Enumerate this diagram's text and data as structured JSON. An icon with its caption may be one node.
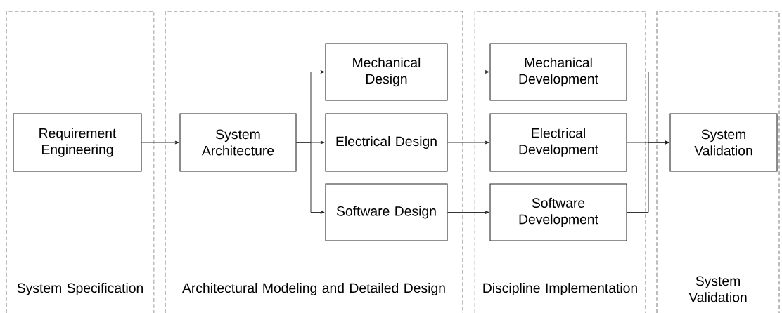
{
  "diagram": {
    "nodes": [
      {
        "text": [
          "System Specification"
        ]
      },
      {
        "text": [
          "Requirement Engineering"
        ],
        "in": 0
      },
      {
        "text": [
          "Architectural Modeling and Detailed Design"
        ]
      },
      {
        "text": [
          "System Architecture"
        ],
        "in": 2
      },
      {
        "text": [
          "Mechanical Design"
        ],
        "in": 2
      },
      {
        "text": [
          "Electrical Design"
        ],
        "in": 2
      },
      {
        "text": [
          "Software Design"
        ],
        "in": 2
      },
      {
        "text": [
          "Discipline Implementation"
        ]
      },
      {
        "text": [
          "Mechanical Development"
        ],
        "in": 7
      },
      {
        "text": [
          "Electrical Development"
        ],
        "in": 7
      },
      {
        "text": [
          "Software Development"
        ],
        "in": 7
      },
      {
        "text": [
          "System Validation"
        ]
      },
      {
        "text": [
          "System Validation"
        ],
        "in": 11
      }
    ],
    "edges": [
      {
        "from": 1,
        "to": 3,
        "arrow": "to"
      },
      {
        "from": 3,
        "to": 4,
        "arrow": "to"
      },
      {
        "from": 3,
        "to": 5,
        "arrow": "to"
      },
      {
        "from": 3,
        "to": 6,
        "arrow": "to"
      },
      {
        "from": 4,
        "to": 8,
        "arrow": "to"
      },
      {
        "from": 5,
        "to": 9,
        "arrow": "to"
      },
      {
        "from": 6,
        "to": 10,
        "arrow": "to"
      },
      {
        "from": 8,
        "to": 12,
        "arrow": "to"
      },
      {
        "from": 9,
        "to": 12,
        "arrow": "to"
      },
      {
        "from": 10,
        "to": 12,
        "arrow": "to"
      }
    ]
  }
}
